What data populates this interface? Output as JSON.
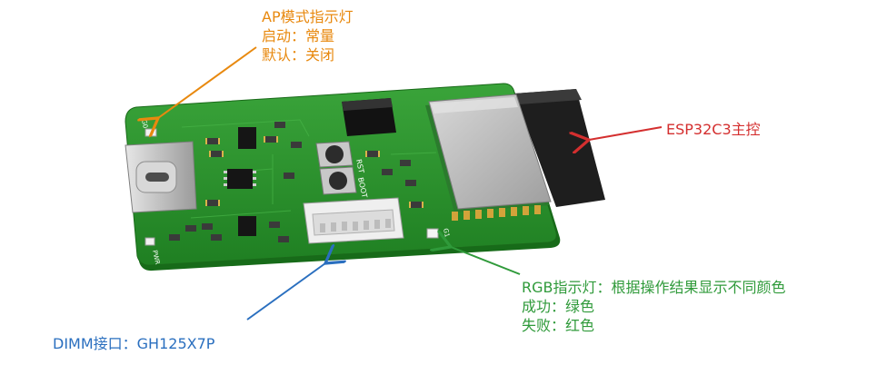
{
  "annotations": {
    "ap_led": {
      "title": "AP模式指示灯",
      "line1": "启动：常量",
      "line2": "默认：关闭",
      "color": "#e8890f"
    },
    "esp": {
      "title": "ESP32C3主控",
      "color": "#d42f2f"
    },
    "rgb_led": {
      "title": "RGB指示灯：根据操作结果显示不同颜色",
      "line1": "成功：绿色",
      "line2": "失败：红色",
      "color": "#2f9a3a"
    },
    "dimm": {
      "title": "DIMM接口：GH125X7P",
      "color": "#2a6fbf"
    }
  },
  "board_labels": {
    "rst": "RST",
    "boot": "BOOT",
    "pwr": "PWR",
    "g0": "G0",
    "g1": "G1"
  },
  "colors": {
    "pcb": "#2a8f2a",
    "pcb_edge": "#1a6a1a",
    "antenna": "#2b2b2b",
    "module_shield": "#b8b8b8",
    "usb_c": "#c9c9c9",
    "connector": "#ececec"
  }
}
